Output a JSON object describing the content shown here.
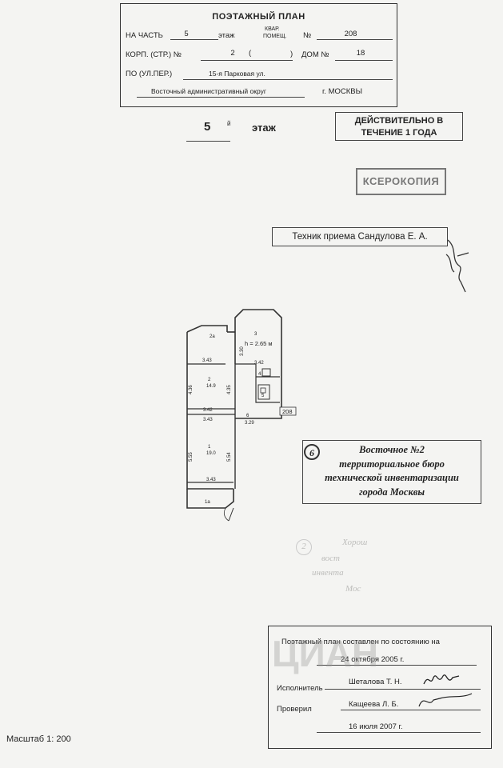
{
  "header": {
    "title": "ПОЭТАЖНЫЙ ПЛАН",
    "part_label": "НА ЧАСТЬ",
    "part_value": "5",
    "floor_label": "этаж",
    "apt_label_line1": "КВАР.",
    "apt_label_line2": "ПОМЕЩ.",
    "number_sign": "№",
    "apt_number": "208",
    "building_label": "КОРП. (СТР.) №",
    "building_value": "2",
    "building_paren_open": "(",
    "building_paren_close": ")",
    "house_label": "ДОМ №",
    "house_value": "18",
    "street_label": "ПО (УЛ.ПЕР.)",
    "street_value": "15-я Парковая ул.",
    "district": "Восточный административный округ",
    "city": "г. МОСКВЫ"
  },
  "floor_title": {
    "number": "5",
    "suffix": "й",
    "word": "этаж"
  },
  "stamps": {
    "valid_line1": "ДЕЙСТВИТЕЛЬНО В",
    "valid_line2": "ТЕЧЕНИЕ 1 ГОДА",
    "copy": "КСЕРОКОПИЯ",
    "technician": "Техник приема Сандулова Е. А.",
    "bti_number": "6",
    "bti_line1": "Восточное №2",
    "bti_line2": "территориальное бюро",
    "bti_line3": "технической инвентаризации",
    "bti_line4": "города Москвы"
  },
  "faded_stamp": {
    "number": "2",
    "line1": "Хорош",
    "line2": "вост",
    "line3": "инвента",
    "line4": "Мос"
  },
  "plan": {
    "rooms": [
      {
        "id": "1",
        "area": "19.0",
        "w_top": "3.43",
        "w_bottom": "3.43",
        "h_left": "5.55",
        "h_right": "5.54"
      },
      {
        "id": "2",
        "area": "14.9",
        "w_top": "3.43",
        "w_bottom": "3.42",
        "h_left": "4.36",
        "h_right": "4.35"
      },
      {
        "id": "3",
        "height": "h = 2.65 м",
        "h_left": "3.30",
        "w_bottom": "3.42"
      },
      {
        "id": "4"
      },
      {
        "id": "5"
      },
      {
        "id": "6",
        "w": "3.29"
      }
    ],
    "balcony_top": "2а",
    "balcony_bottom": "1а",
    "apt_tag": "208"
  },
  "footer": {
    "line1": "Поэтажный план составлен по состоянию на",
    "date1": "24 октября 2005 г.",
    "executor_label": "Исполнитель",
    "executor_name": "Шеталова Т. Н.",
    "checked_label": "Проверил",
    "checked_name": "Кащеева Л. Б.",
    "date2": "16 июля 2007 г."
  },
  "scale": "Масштаб 1: 200",
  "watermark": "ЦИАН"
}
